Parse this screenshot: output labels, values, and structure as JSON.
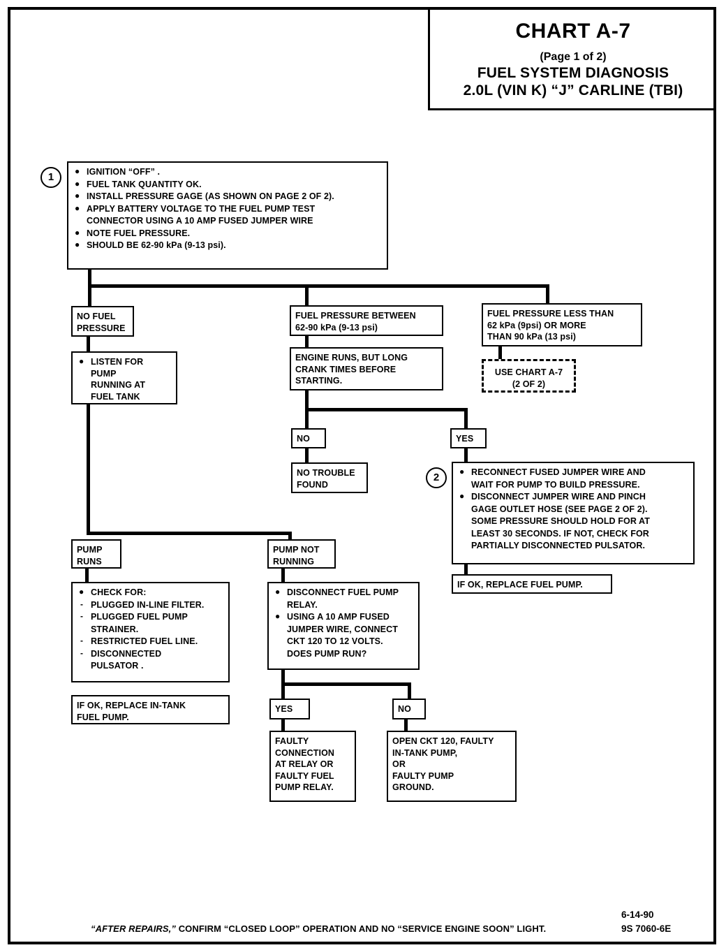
{
  "header": {
    "chart_title": "CHART A-7",
    "page_of": "(Page 1 of 2)",
    "system_title": "FUEL SYSTEM DIAGNOSIS",
    "carline": "2.0L  (VIN K)  “J”  CARLINE  (TBI)"
  },
  "steps": {
    "one": "1",
    "two": "2"
  },
  "boxes": {
    "step1": {
      "items": [
        "IGNITION “OFF” .",
        "FUEL TANK QUANTITY OK.",
        "INSTALL PRESSURE GAGE  (AS SHOWN ON PAGE 2 OF 2).",
        "APPLY BATTERY VOLTAGE TO THE FUEL PUMP TEST",
        "CONNECTOR USING A 10 AMP FUSED JUMPER WIRE",
        "NOTE FUEL PRESSURE.",
        "SHOULD BE 62-90 kPa (9-13 psi)."
      ]
    },
    "no_fuel_pressure": "NO FUEL\nPRESSURE",
    "listen_for_pump": "LISTEN FOR\nPUMP\nRUNNING AT\nFUEL TANK",
    "pressure_between": "FUEL PRESSURE BETWEEN\n62-90 kPa (9-13 psi)",
    "engine_runs": "ENGINE RUNS, BUT LONG\nCRANK TIMES BEFORE\nSTARTING.",
    "pressure_out_of_range": "FUEL PRESSURE LESS THAN\n62 kPa (9psi) OR MORE\nTHAN 90 kPa (13 psi)",
    "use_chart": "USE CHART A-7\n(2 OF 2)",
    "no_label_mid": "NO",
    "yes_label_mid": "YES",
    "no_trouble_found": "NO TROUBLE\nFOUND",
    "step2": {
      "items": [
        "RECONNECT FUSED JUMPER WIRE AND",
        "WAIT FOR PUMP TO BUILD PRESSURE.",
        "DISCONNECT JUMPER WIRE AND PINCH",
        "GAGE OUTLET HOSE (SEE PAGE 2 OF 2).",
        "SOME PRESSURE SHOULD HOLD FOR AT",
        "LEAST 30 SECONDS.  IF NOT, CHECK FOR",
        "PARTIALLY DISCONNECTED PULSATOR."
      ]
    },
    "if_ok_replace_fuel_pump": "IF OK, REPLACE FUEL PUMP.",
    "pump_runs": "PUMP\nRUNS",
    "pump_not_running": "PUMP NOT\nRUNNING",
    "check_for": {
      "items": [
        "CHECK FOR:",
        "PLUGGED IN-LINE FILTER.",
        "PLUGGED FUEL PUMP",
        "STRAINER.",
        "RESTRICTED FUEL LINE.",
        "DISCONNECTED",
        "PULSATOR ."
      ]
    },
    "if_ok_replace_in_tank": "IF OK, REPLACE IN-TANK\nFUEL PUMP.",
    "disconnect_relay": {
      "items": [
        "DISCONNECT FUEL PUMP",
        "RELAY.",
        "USING A 10 AMP FUSED",
        "JUMPER WIRE, CONNECT",
        "CKT 120 TO 12 VOLTS.",
        "DOES PUMP RUN?"
      ]
    },
    "yes_label_bottom": "YES",
    "no_label_bottom": "NO",
    "faulty_connection": "FAULTY\nCONNECTION\nAT RELAY OR\nFAULTY FUEL\nPUMP RELAY.",
    "open_ckt": "OPEN CKT 120, FAULTY\nIN-TANK PUMP,\nOR\nFAULTY PUMP\nGROUND."
  },
  "footer": {
    "note_prefix": "“AFTER REPAIRS,”",
    "note_rest": " CONFIRM “CLOSED LOOP” OPERATION AND NO “SERVICE ENGINE SOON” LIGHT.",
    "date": "6-14-90",
    "doc_code": "9S 7060-6E"
  }
}
